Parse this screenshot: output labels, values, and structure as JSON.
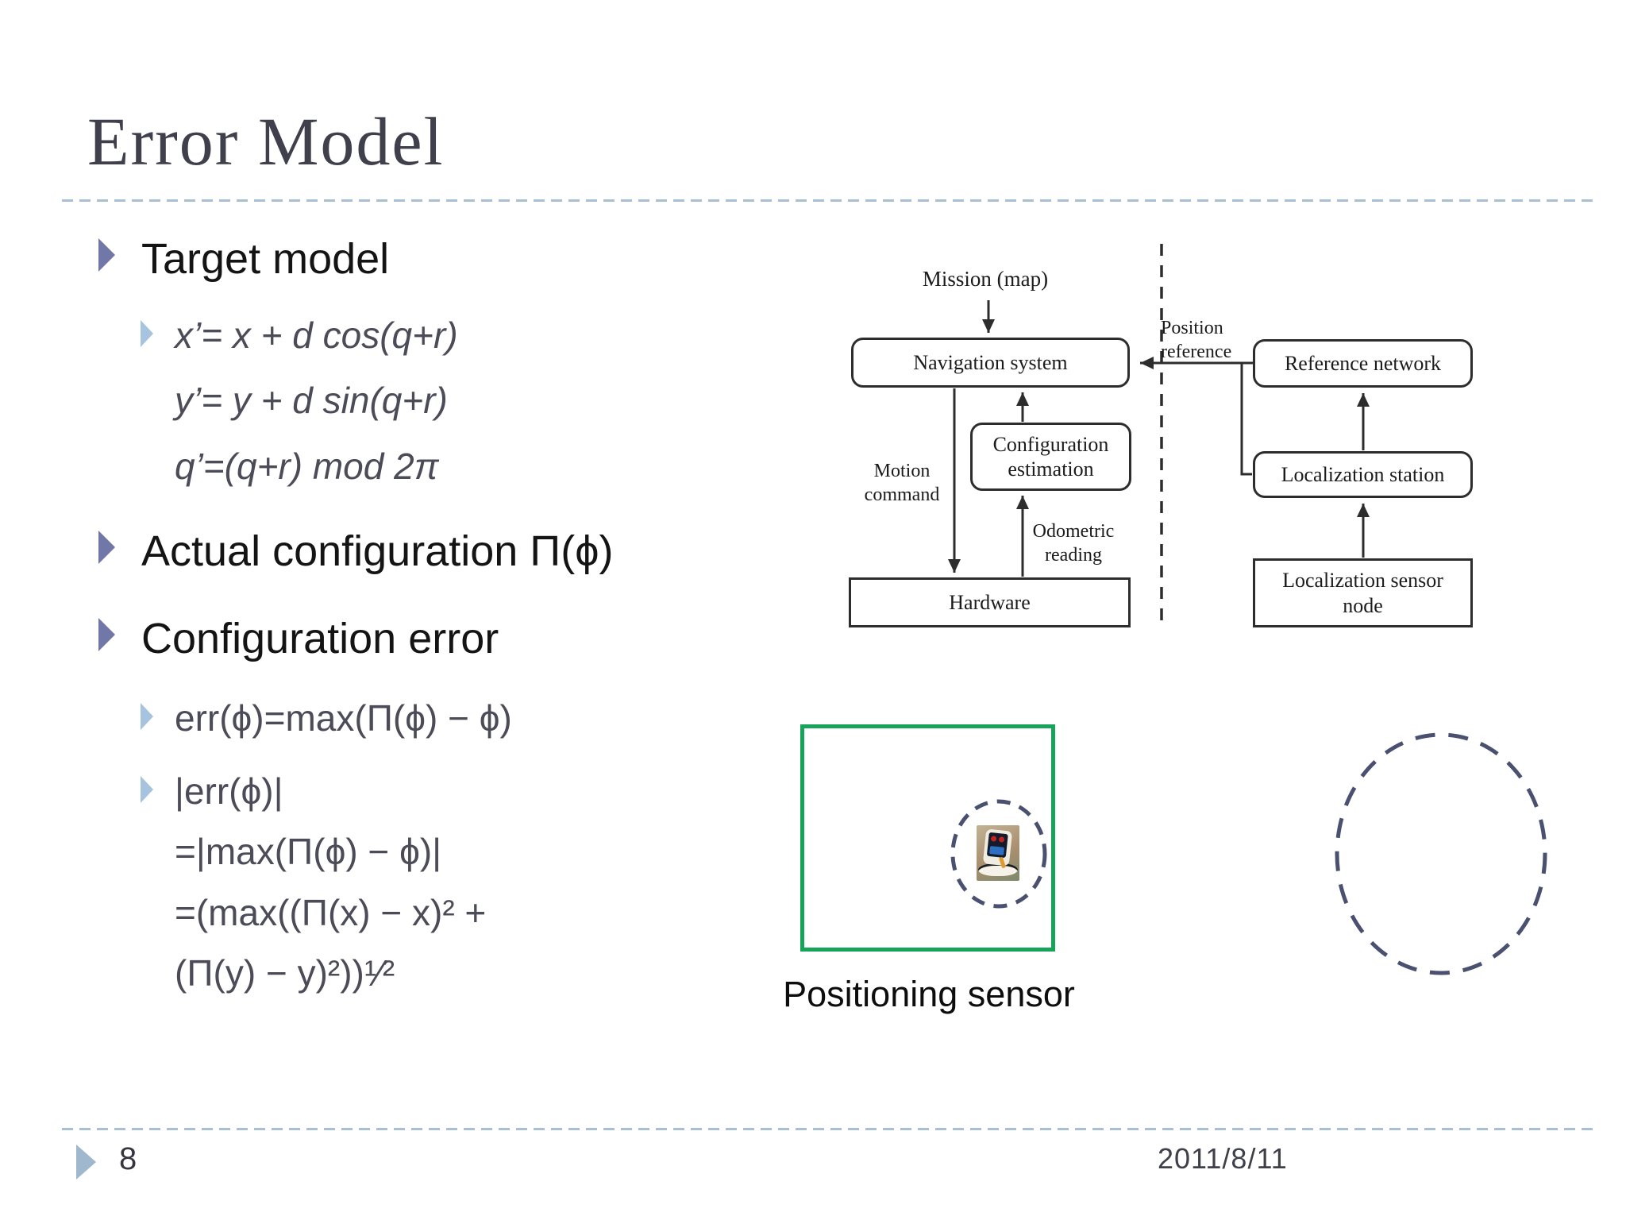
{
  "slide": {
    "title": "Error Model",
    "page_number": "8",
    "date": "2011/8/11"
  },
  "bullets": {
    "target_model": "Target model",
    "target_eqs": [
      "x’= x + d cos(q+r)",
      "y’= y + d sin(q+r)",
      "q’=(q+r) mod 2π"
    ],
    "actual_config": "Actual configuration Π(ϕ)",
    "config_error": "Configuration error",
    "err_eq": "err(ϕ)=max(Π(ϕ) − ϕ)",
    "err_abs_eqs": [
      "|err(ϕ)|",
      "=|max(Π(ϕ) − ϕ)|",
      "=(max((Π(x) − x)² +",
      "(Π(y) − y)²))¹⁄²"
    ]
  },
  "diagram": {
    "mission_label": "Mission (map)",
    "boxes": {
      "navigation": "Navigation system",
      "config_line1": "Configuration",
      "config_line2": "estimation",
      "hardware": "Hardware",
      "reference_network": "Reference network",
      "localization_station": "Localization station",
      "loc_sensor_line1": "Localization sensor",
      "loc_sensor_line2": "node"
    },
    "labels": {
      "motion_line1": "Motion",
      "motion_line2": "command",
      "odometric_line1": "Odometric",
      "odometric_line2": "reading",
      "position_line1": "Position",
      "position_line2": "reference"
    }
  },
  "sensor_caption": "Positioning sensor",
  "colors": {
    "accent_green": "#16a45a",
    "dashed_shape": "#4a5170",
    "divider_dash": "#a9bfd3",
    "bullet_level1": "#7178a8",
    "bullet_level2": "#a6c4df",
    "title_text": "#3f404b",
    "equation_text": "#4c4c59",
    "diagram_stroke": "#2d2d2d"
  }
}
